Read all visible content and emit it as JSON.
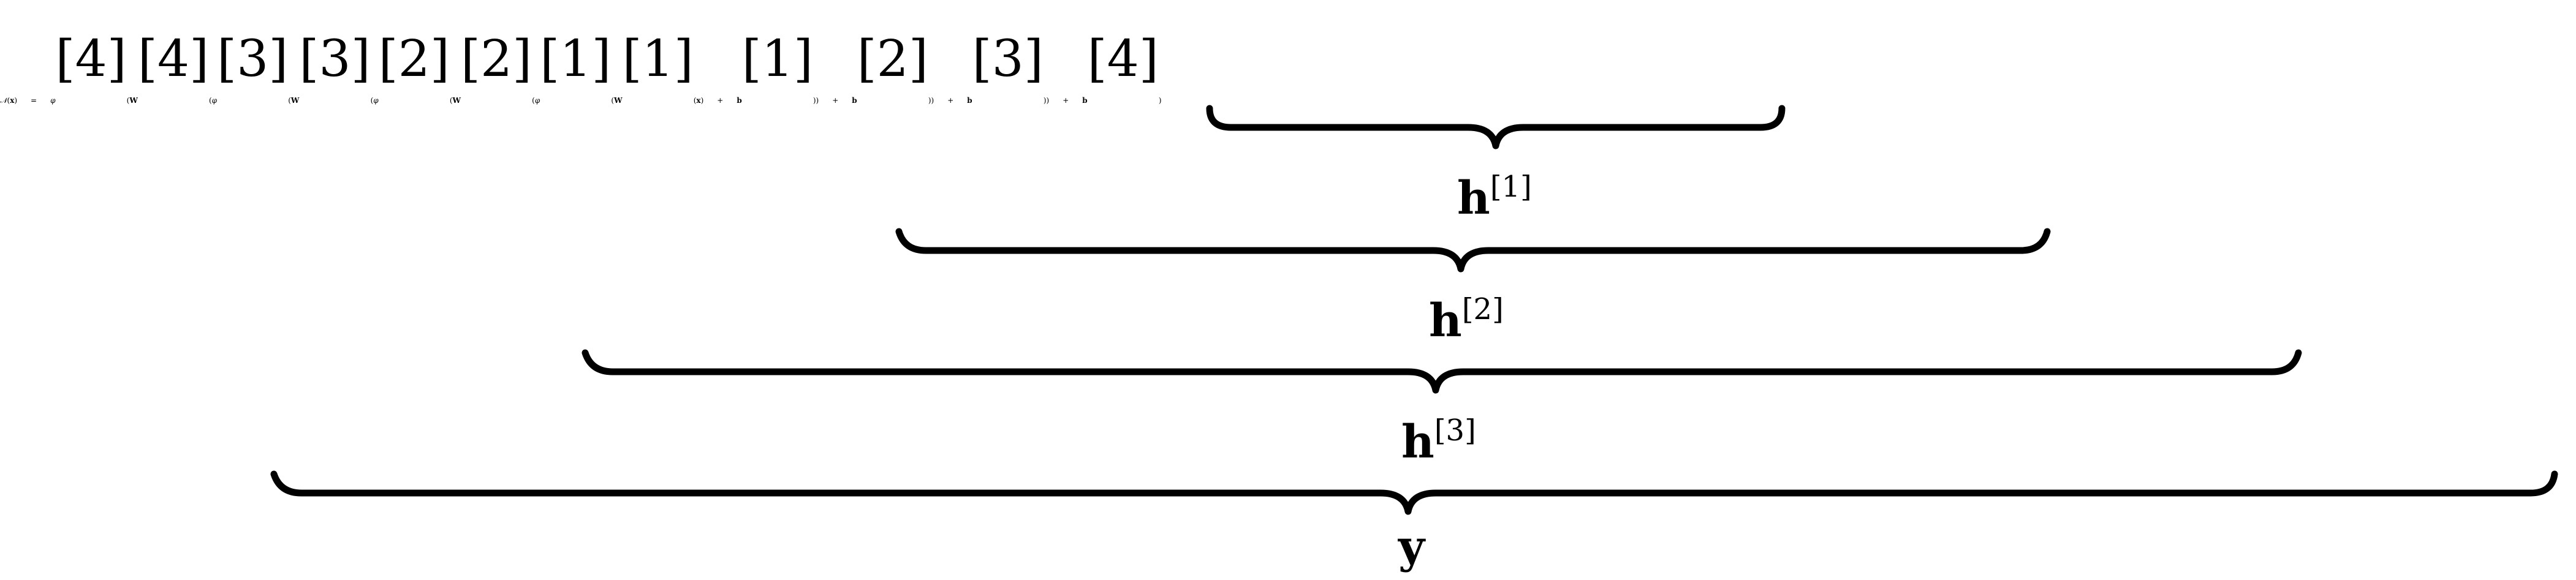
{
  "equation": {
    "lhs_symbol": "𝒩",
    "lhs_paren_open": "(",
    "lhs_var": "x",
    "lhs_paren_close": ")",
    "equals": "=",
    "phi": "φ",
    "W": "W",
    "b": "b",
    "x": "x",
    "plus": "+",
    "open": "(",
    "close": ")",
    "close2": "))",
    "close3": "))",
    "sup4": "[4]",
    "sup3": "[3]",
    "sup2": "[2]",
    "sup1": "[1]"
  },
  "labels": {
    "h1": {
      "base": "h",
      "sup": "[1]"
    },
    "h2": {
      "base": "h",
      "sup": "[2]"
    },
    "h3": {
      "base": "h",
      "sup": "[3]"
    },
    "y": {
      "base": "y"
    }
  }
}
